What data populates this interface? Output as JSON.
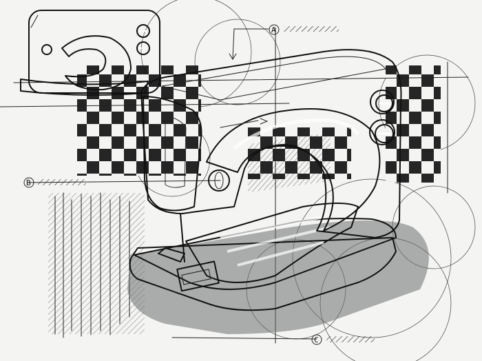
{
  "sketch": {
    "title": "",
    "callouts": [
      {
        "id": "A",
        "label": "A"
      },
      {
        "id": "B",
        "label": "B"
      },
      {
        "id": "C",
        "label": "C"
      }
    ],
    "colors": {
      "paper": "#f4f4f2",
      "ink": "#111111",
      "magenta": "#d0156b",
      "magenta_light": "#e8559a",
      "grey_body": "#cfd2d3",
      "grey_dark": "#8f9394",
      "checker": "#1a1a1a"
    },
    "icons": [
      "sewing-machine-sketch",
      "small-view-sketch",
      "checkerboard-background",
      "construction-circles"
    ]
  }
}
